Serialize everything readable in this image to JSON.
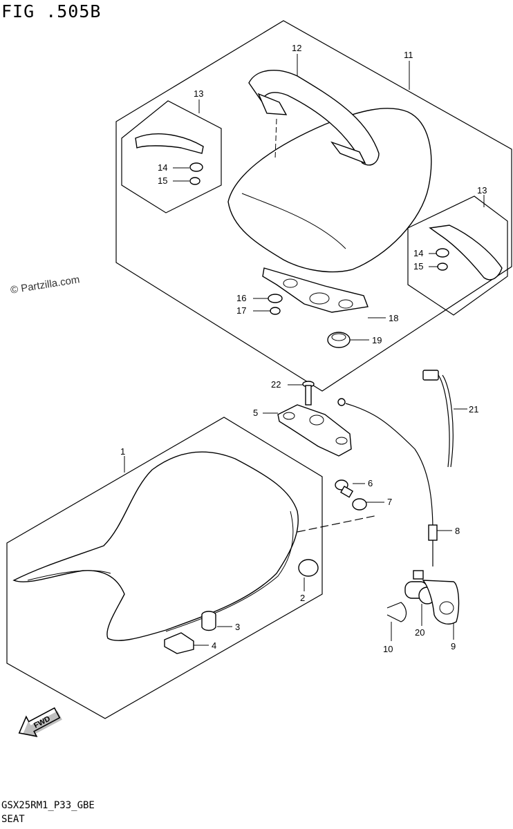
{
  "figure_title": "FIG .505B",
  "watermark": "© Partzilla.com",
  "footer": {
    "code": "GSX25RM1_P33_GBE",
    "title": "SEAT"
  },
  "fwd_label": "FWD",
  "callouts": {
    "c12": "12",
    "c11": "11",
    "c13a": "13",
    "c13b": "13",
    "c14a": "14",
    "c15a": "15",
    "c14b": "14",
    "c15b": "15",
    "c16": "16",
    "c17": "17",
    "c18": "18",
    "c19": "19",
    "c22": "22",
    "c5": "5",
    "c21": "21",
    "c1": "1",
    "c6": "6",
    "c7": "7",
    "c8": "8",
    "c2": "2",
    "c3": "3",
    "c4": "4",
    "c10": "10",
    "c20": "20",
    "c9": "9"
  }
}
